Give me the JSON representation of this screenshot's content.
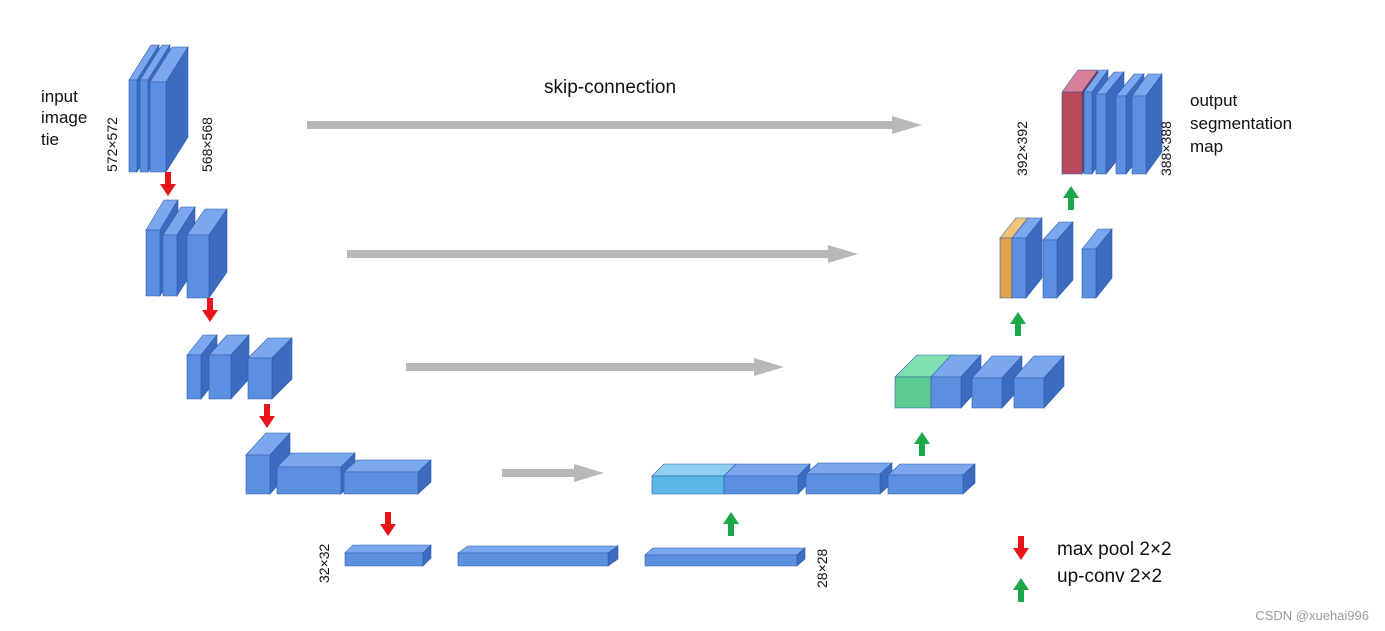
{
  "labels": {
    "skip_connection": "skip-connection",
    "input_line1": "input",
    "input_line2": "image",
    "input_line3": "tie",
    "output_line1": "output",
    "output_line2": "segmentation",
    "output_line3": "map",
    "dim_572": "572×572",
    "dim_568": "568×568",
    "dim_392": "392×392",
    "dim_388": "388×388",
    "dim_32": "32×32",
    "dim_28": "28×28"
  },
  "legend": {
    "max_pool": "max pool 2×2",
    "up_conv": "up-conv 2×2"
  },
  "watermark": "CSDN @xuehai996",
  "colors": {
    "block_front": "#5b8fe0",
    "block_top": "#7aa7ee",
    "block_side": "#3b6cc0",
    "skip_arrow": "#b8b8b8",
    "pool_arrow": "#e8141a",
    "upconv_arrow": "#1aa84a",
    "output_red": "#b84a5e",
    "copy_orange": "#e2a24a",
    "copy_green": "#5ccb94",
    "copy_cyan": "#5ab7e6"
  }
}
